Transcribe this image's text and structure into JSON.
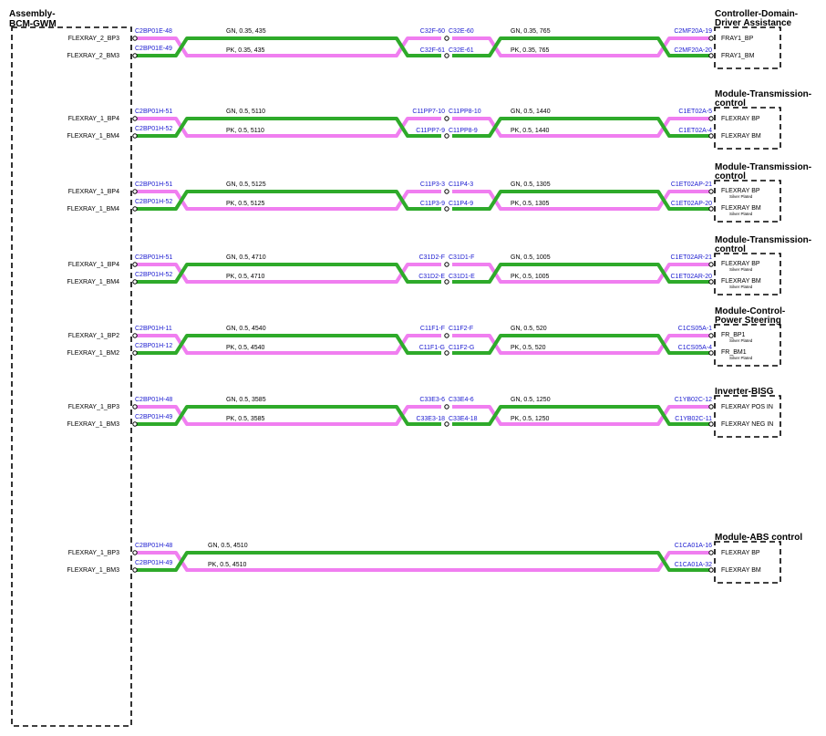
{
  "bcm_title": [
    "Assembly-",
    "BCM-GWM"
  ],
  "rows": [
    {
      "title": [
        "Controller-Domain-",
        "Driver Assistance"
      ],
      "left_signals": [
        "FLEXRAY_2_BP3",
        "FLEXRAY_2_BM3"
      ],
      "left_pins": [
        "C2BP01E-48",
        "C2BP01E-49"
      ],
      "seg1_specs": [
        "GN, 0.35, 435",
        "PK, 0.35, 435"
      ],
      "inline_left": [
        "C32F-60",
        "C32F-61"
      ],
      "inline_right": [
        "C32E-60",
        "C32E-61"
      ],
      "seg2_specs": [
        "GN, 0.35, 765",
        "PK, 0.35, 765"
      ],
      "right_pins": [
        "C2MF20A-19",
        "C2MF20A-20"
      ],
      "right_signals": [
        "FRAY1_BP",
        "FRAY1_BM"
      ],
      "plated": [
        "",
        ""
      ]
    },
    {
      "title": [
        "Module-Transmission-",
        "control"
      ],
      "left_signals": [
        "FLEXRAY_1_BP4",
        "FLEXRAY_1_BM4"
      ],
      "left_pins": [
        "C2BP01H-51",
        "C2BP01H-52"
      ],
      "seg1_specs": [
        "GN, 0.5, 5110",
        "PK, 0.5, 5110"
      ],
      "inline_left": [
        "C11PP7-10",
        "C11PP7-9"
      ],
      "inline_right": [
        "C11PP8-10",
        "C11PP8-9"
      ],
      "seg2_specs": [
        "GN, 0.5, 1440",
        "PK, 0.5, 1440"
      ],
      "right_pins": [
        "C1ET02A-5",
        "C1ET02A-4"
      ],
      "right_signals": [
        "FLEXRAY BP",
        "FLEXRAY BM"
      ],
      "plated": [
        "",
        ""
      ]
    },
    {
      "title": [
        "Module-Transmission-",
        "control"
      ],
      "left_signals": [
        "FLEXRAY_1_BP4",
        "FLEXRAY_1_BM4"
      ],
      "left_pins": [
        "C2BP01H-51",
        "C2BP01H-52"
      ],
      "seg1_specs": [
        "GN, 0.5, 5125",
        "PK, 0.5, 5125"
      ],
      "inline_left": [
        "C11P3-3",
        "C11P3-9"
      ],
      "inline_right": [
        "C11P4-3",
        "C11P4-9"
      ],
      "seg2_specs": [
        "GN, 0.5, 1305",
        "PK, 0.5, 1305"
      ],
      "right_pins": [
        "C1ET02AP-21",
        "C1ET02AP-20"
      ],
      "right_signals": [
        "FLEXRAY BP",
        "FLEXRAY BM"
      ],
      "plated": [
        "Silver Plated",
        "Silver Plated"
      ]
    },
    {
      "title": [
        "Module-Transmission-",
        "control"
      ],
      "left_signals": [
        "FLEXRAY_1_BP4",
        "FLEXRAY_1_BM4"
      ],
      "left_pins": [
        "C2BP01H-51",
        "C2BP01H-52"
      ],
      "seg1_specs": [
        "GN, 0.5, 4710",
        "PK, 0.5, 4710"
      ],
      "inline_left": [
        "C31D2-F",
        "C31D2-E"
      ],
      "inline_right": [
        "C31D1-F",
        "C31D1-E"
      ],
      "seg2_specs": [
        "GN, 0.5, 1005",
        "PK, 0.5, 1005"
      ],
      "right_pins": [
        "C1ET02AR-21",
        "C1ET02AR-20"
      ],
      "right_signals": [
        "FLEXRAY BP",
        "FLEXRAY BM"
      ],
      "plated": [
        "Silver Plated",
        "Silver Plated"
      ]
    },
    {
      "title": [
        "Module-Control-",
        "Power Steering"
      ],
      "left_signals": [
        "FLEXRAY_1_BP2",
        "FLEXRAY_1_BM2"
      ],
      "left_pins": [
        "C2BP01H-11",
        "C2BP01H-12"
      ],
      "seg1_specs": [
        "GN, 0.5, 4540",
        "PK, 0.5, 4540"
      ],
      "inline_left": [
        "C11F1-F",
        "C11F1-G"
      ],
      "inline_right": [
        "C11F2-F",
        "C11F2-G"
      ],
      "seg2_specs": [
        "GN, 0.5, 520",
        "PK, 0.5, 520"
      ],
      "right_pins": [
        "C1CS05A-1",
        "C1CS05A-4"
      ],
      "right_signals": [
        "FR_BP1",
        "FR_BM1"
      ],
      "plated": [
        "Silver Plated",
        "Silver Plated"
      ]
    },
    {
      "title": [
        "Inverter-BISG"
      ],
      "left_signals": [
        "FLEXRAY_1_BP3",
        "FLEXRAY_1_BM3"
      ],
      "left_pins": [
        "C2BP01H-48",
        "C2BP01H-49"
      ],
      "seg1_specs": [
        "GN, 0.5, 3585",
        "PK, 0.5, 3585"
      ],
      "inline_left": [
        "C33E3-6",
        "C33E3-18"
      ],
      "inline_right": [
        "C33E4-6",
        "C33E4-18"
      ],
      "seg2_specs": [
        "GN, 0.5, 1250",
        "PK, 0.5, 1250"
      ],
      "right_pins": [
        "C1YB02C-12",
        "C1YB02C-11"
      ],
      "right_signals": [
        "FLEXRAY POS IN",
        "FLEXRAY NEG IN"
      ],
      "plated": [
        "",
        ""
      ]
    },
    {
      "title": [
        "Module-ABS control"
      ],
      "left_signals": [
        "FLEXRAY_1_BP3",
        "FLEXRAY_1_BM3"
      ],
      "left_pins": [
        "C2BP01H-48",
        "C2BP01H-49"
      ],
      "seg1_specs": [
        "GN, 0.5, 4510",
        "PK, 0.5, 4510"
      ],
      "inline_left": null,
      "inline_right": null,
      "seg2_specs": null,
      "right_pins": [
        "C1CA01A-16",
        "C1CA01A-32"
      ],
      "right_signals": [
        "FLEXRAY BP",
        "FLEXRAY BM"
      ],
      "plated": [
        "",
        ""
      ]
    }
  ],
  "colors": {
    "gn_wire": "#2eaa2a",
    "pk_wire": "#f07ef0",
    "pin_text": "#1a1ad0",
    "box_stroke": "#000000"
  }
}
